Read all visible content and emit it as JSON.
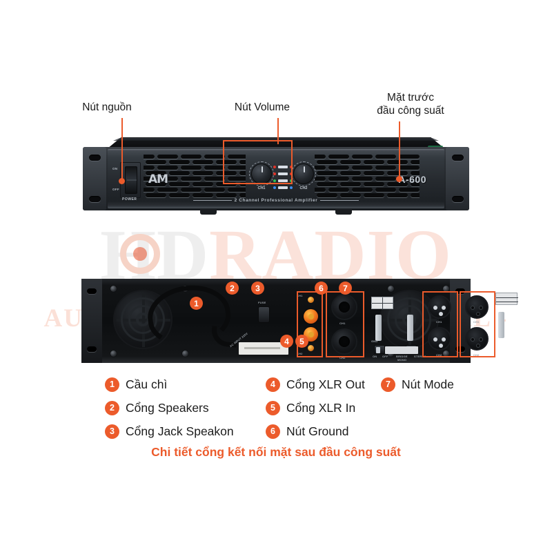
{
  "watermark": {
    "primary_a": "H",
    "primary_b": "D",
    "primary_c": "RADIO",
    "subtitle": "AUDIO - VIDEO - PROFESSIONAL - KARAOKE"
  },
  "top_callouts": [
    {
      "id": "power-button",
      "label": "Nút nguồn"
    },
    {
      "id": "volume-knob",
      "label": "Nút Volume"
    },
    {
      "id": "front-face",
      "label": "Mặt trước\nđầu công suất"
    }
  ],
  "front_panel": {
    "brand": "AM",
    "model": "A-600",
    "tagline": "2 Channel Professional Amplifier",
    "power_switch": {
      "on": "ON",
      "off": "OFF",
      "caption": "POWER"
    },
    "knobs": [
      {
        "label": "CH1"
      },
      {
        "label": "CH2"
      }
    ],
    "led_rows": [
      {
        "color": "#e0352a",
        "name": "signal-led-row"
      },
      {
        "color": "#e0352a",
        "name": "clip-led-row"
      },
      {
        "color": "#2fbf55",
        "name": "protect-led-row"
      },
      {
        "color": "#3b8ff0",
        "name": "power-led-row"
      }
    ]
  },
  "back_panel": {
    "markings": {
      "fuse": "FUSE",
      "ac_input": "AC INPUT 220V",
      "ch1": "CH1",
      "ch2": "CH2",
      "ground": "GND",
      "gnd_on": "ON",
      "gnd_off": "OFF",
      "mode_bridge": "BRIDGE",
      "mode_stereo": "STEREO",
      "mode_mono": "MONO",
      "output": "OUTPUT",
      "input": "INPUT",
      "speakers": "SPEAKERS",
      "warning": "WARNING"
    },
    "callouts": [
      {
        "num": "1",
        "target": "fuse"
      },
      {
        "num": "2",
        "target": "speakers"
      },
      {
        "num": "3",
        "target": "speakon"
      },
      {
        "num": "4",
        "target": "xlr-out"
      },
      {
        "num": "5",
        "target": "xlr-in"
      },
      {
        "num": "6",
        "target": "ground"
      },
      {
        "num": "7",
        "target": "mode"
      }
    ]
  },
  "legend": {
    "columns": [
      [
        {
          "num": "1",
          "label": "Cầu chì"
        },
        {
          "num": "2",
          "label": "Cổng Speakers"
        },
        {
          "num": "3",
          "label": "Cổng Jack Speakon"
        }
      ],
      [
        {
          "num": "4",
          "label": "Cổng XLR Out"
        },
        {
          "num": "5",
          "label": "Cổng XLR In"
        },
        {
          "num": "6",
          "label": "Nút Ground"
        }
      ],
      [
        {
          "num": "7",
          "label": "Nút Mode"
        }
      ]
    ]
  },
  "caption": "Chi tiết cổng kết nối mặt sau đầu công suất",
  "colors": {
    "accent": "#ec5b2b",
    "badge": "#ec5b2b",
    "text": "#1c1c1c",
    "background": "#ffffff"
  }
}
